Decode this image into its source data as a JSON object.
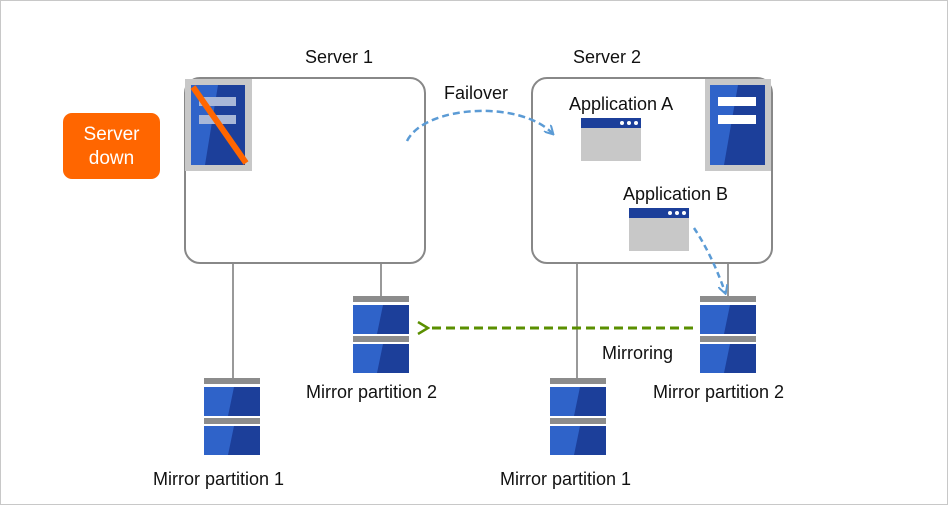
{
  "server1": {
    "title": "Server 1"
  },
  "server2": {
    "title": "Server 2"
  },
  "server_down": {
    "line1": "Server",
    "line2": "down"
  },
  "failover": {
    "label": "Failover"
  },
  "application_a": {
    "label": "Application A"
  },
  "application_b": {
    "label": "Application B"
  },
  "mirroring": {
    "label": "Mirroring"
  },
  "partitions": {
    "s1_mirror1": "Mirror partition 1",
    "s1_mirror2": "Mirror partition 2",
    "s2_mirror1": "Mirror partition 1",
    "s2_mirror2": "Mirror partition 2"
  },
  "colors": {
    "server_down_badge": "#ff6600",
    "disk_blue": "#2f63c9",
    "disk_cap": "#8c8c8c",
    "failover_arrow": "#5b9bd5",
    "mirroring_arrow": "#5a8f00",
    "box_border": "#888888"
  },
  "icons": [
    "server-icon",
    "server-failed-icon",
    "application-window-icon",
    "disk-icon"
  ]
}
